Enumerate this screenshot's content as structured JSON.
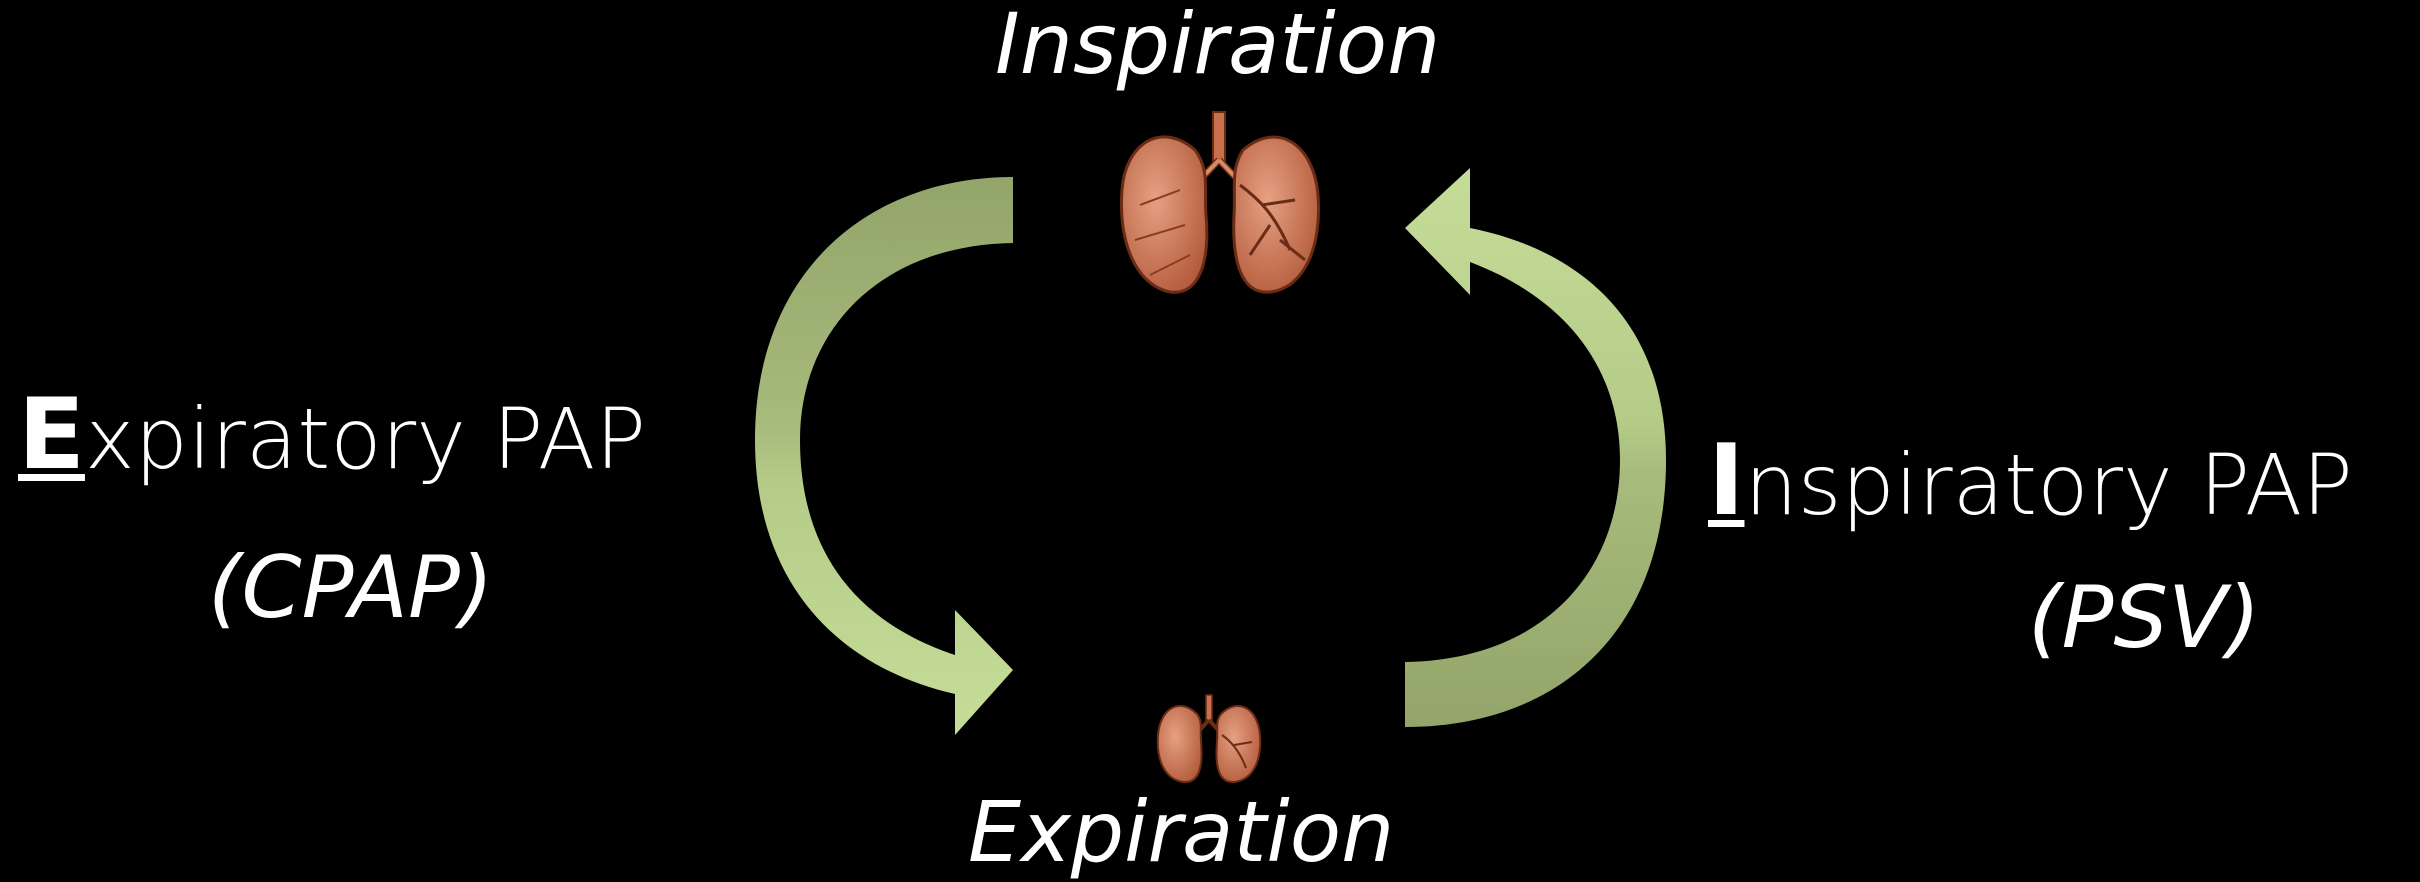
{
  "slide": {
    "background": "#000000",
    "text_color": "#ffffff",
    "arrow_colors": {
      "light": "#c5dd98",
      "dark": "#93a56a"
    },
    "lung_color": "#c8704e"
  },
  "top_phase": {
    "label": "Inspiration",
    "icon": "lungs-inflated-icon"
  },
  "bottom_phase": {
    "label": "Expiration",
    "icon": "lungs-deflated-icon"
  },
  "left_mode": {
    "initial": "E",
    "rest": "xpiratory PAP",
    "sub": "(CPAP)"
  },
  "right_mode": {
    "initial": "I",
    "rest": "nspiratory PAP",
    "sub": "(PSV)"
  }
}
